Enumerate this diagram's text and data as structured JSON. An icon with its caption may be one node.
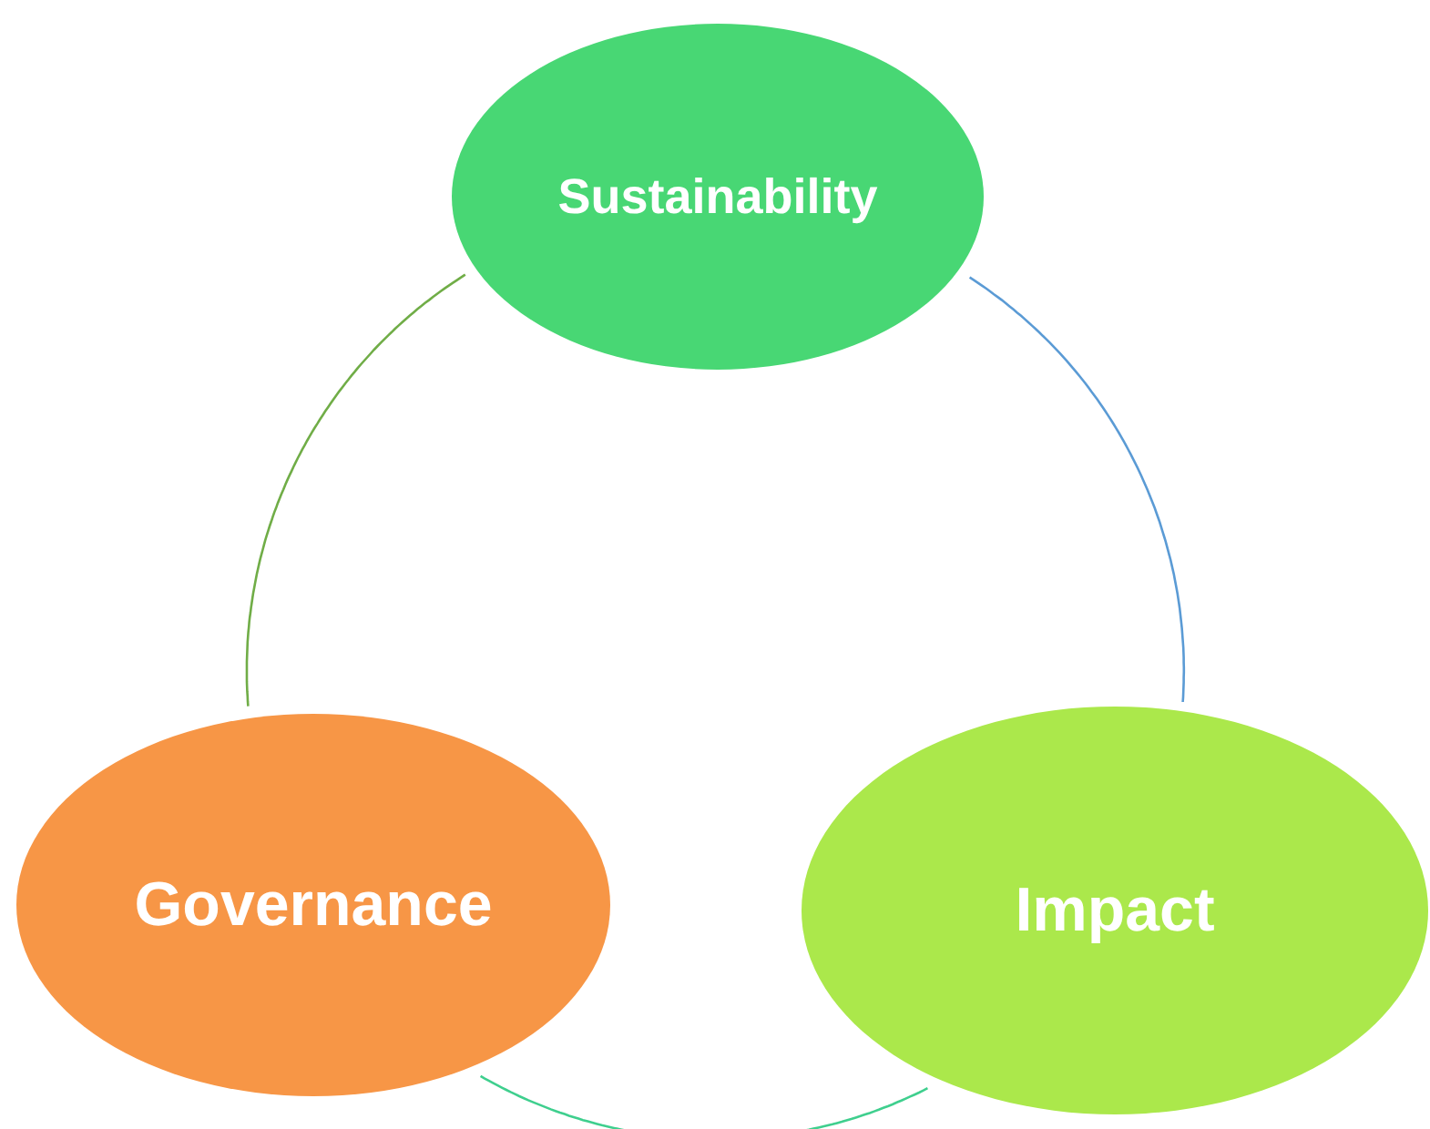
{
  "diagram": {
    "nodes": [
      {
        "text": [
          "Sustainability"
        ]
      },
      {
        "text": [
          "Governance"
        ]
      },
      {
        "text": [
          "Impact"
        ]
      }
    ],
    "edges": [
      {
        "from": 0,
        "to": 1,
        "arrow": "none",
        "color": "#70ad47"
      },
      {
        "from": 0,
        "to": 2,
        "arrow": "none",
        "color": "#5b9bd5"
      },
      {
        "from": 1,
        "to": 2,
        "arrow": "none",
        "color": "#3fcf8e"
      }
    ]
  }
}
